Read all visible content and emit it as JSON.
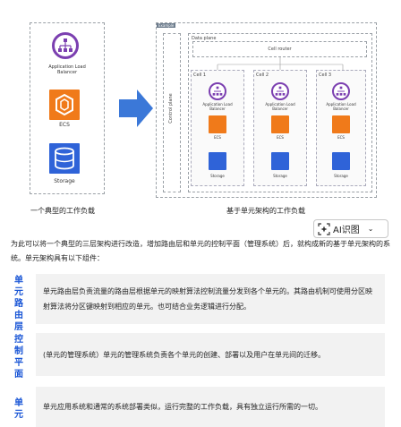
{
  "left_diagram": {
    "services": [
      {
        "label": "Application Load Balancer",
        "icon": "load-balancer-icon"
      },
      {
        "label": "ECS",
        "icon": "ecs-icon"
      },
      {
        "label": "Storage",
        "icon": "storage-icon"
      }
    ],
    "caption": "一个典型的工作负载"
  },
  "right_diagram": {
    "corner_label": "Example",
    "control_plane": "Control plane",
    "data_plane": "Data plane",
    "cell_router": "Cell router",
    "cells": [
      {
        "title": "Cell 1",
        "alb": "Application Load Balancer",
        "ecs": "ECS",
        "storage": "Storage"
      },
      {
        "title": "Cell 2",
        "alb": "Application Load Balancer",
        "ecs": "ECS",
        "storage": "Storage"
      },
      {
        "title": "Cell 3",
        "alb": "Application Load Balancer",
        "ecs": "ECS",
        "storage": "Storage"
      }
    ],
    "caption": "基于单元架构的工作负载"
  },
  "ai_button": {
    "label": "AI识图",
    "icon": "ai-scan-icon"
  },
  "intro": "为此可以将一个典型的三层架构进行改造，增加路由层和单元的控制平面（管理系统）后，就构成新的基于单元架构的系统。单元架构具有以下组件：",
  "components": [
    {
      "label": "单元路由层",
      "text": "单元路由层负责流量的路由层根据单元的映射算法控制流量分发到各个单元的。其路由机制可使用分区映射算法将分区键映射到相应的单元。也可结合业务逻辑进行分配。"
    },
    {
      "label": "控制平面",
      "text": "(单元的管理系统）单元的管理系统负责各个单元的创建、部署以及用户在单元间的迁移。"
    },
    {
      "label": "单元",
      "text": "单元应用系统和通常的系统部署类似，运行完整的工作负载，具有独立运行所需的一切。"
    }
  ],
  "colors": {
    "accent": "#1a56d6",
    "alb": "#7b3fb0",
    "ecs": "#f07a1a",
    "storage": "#2f63d8",
    "arrow": "#3b78d8"
  }
}
